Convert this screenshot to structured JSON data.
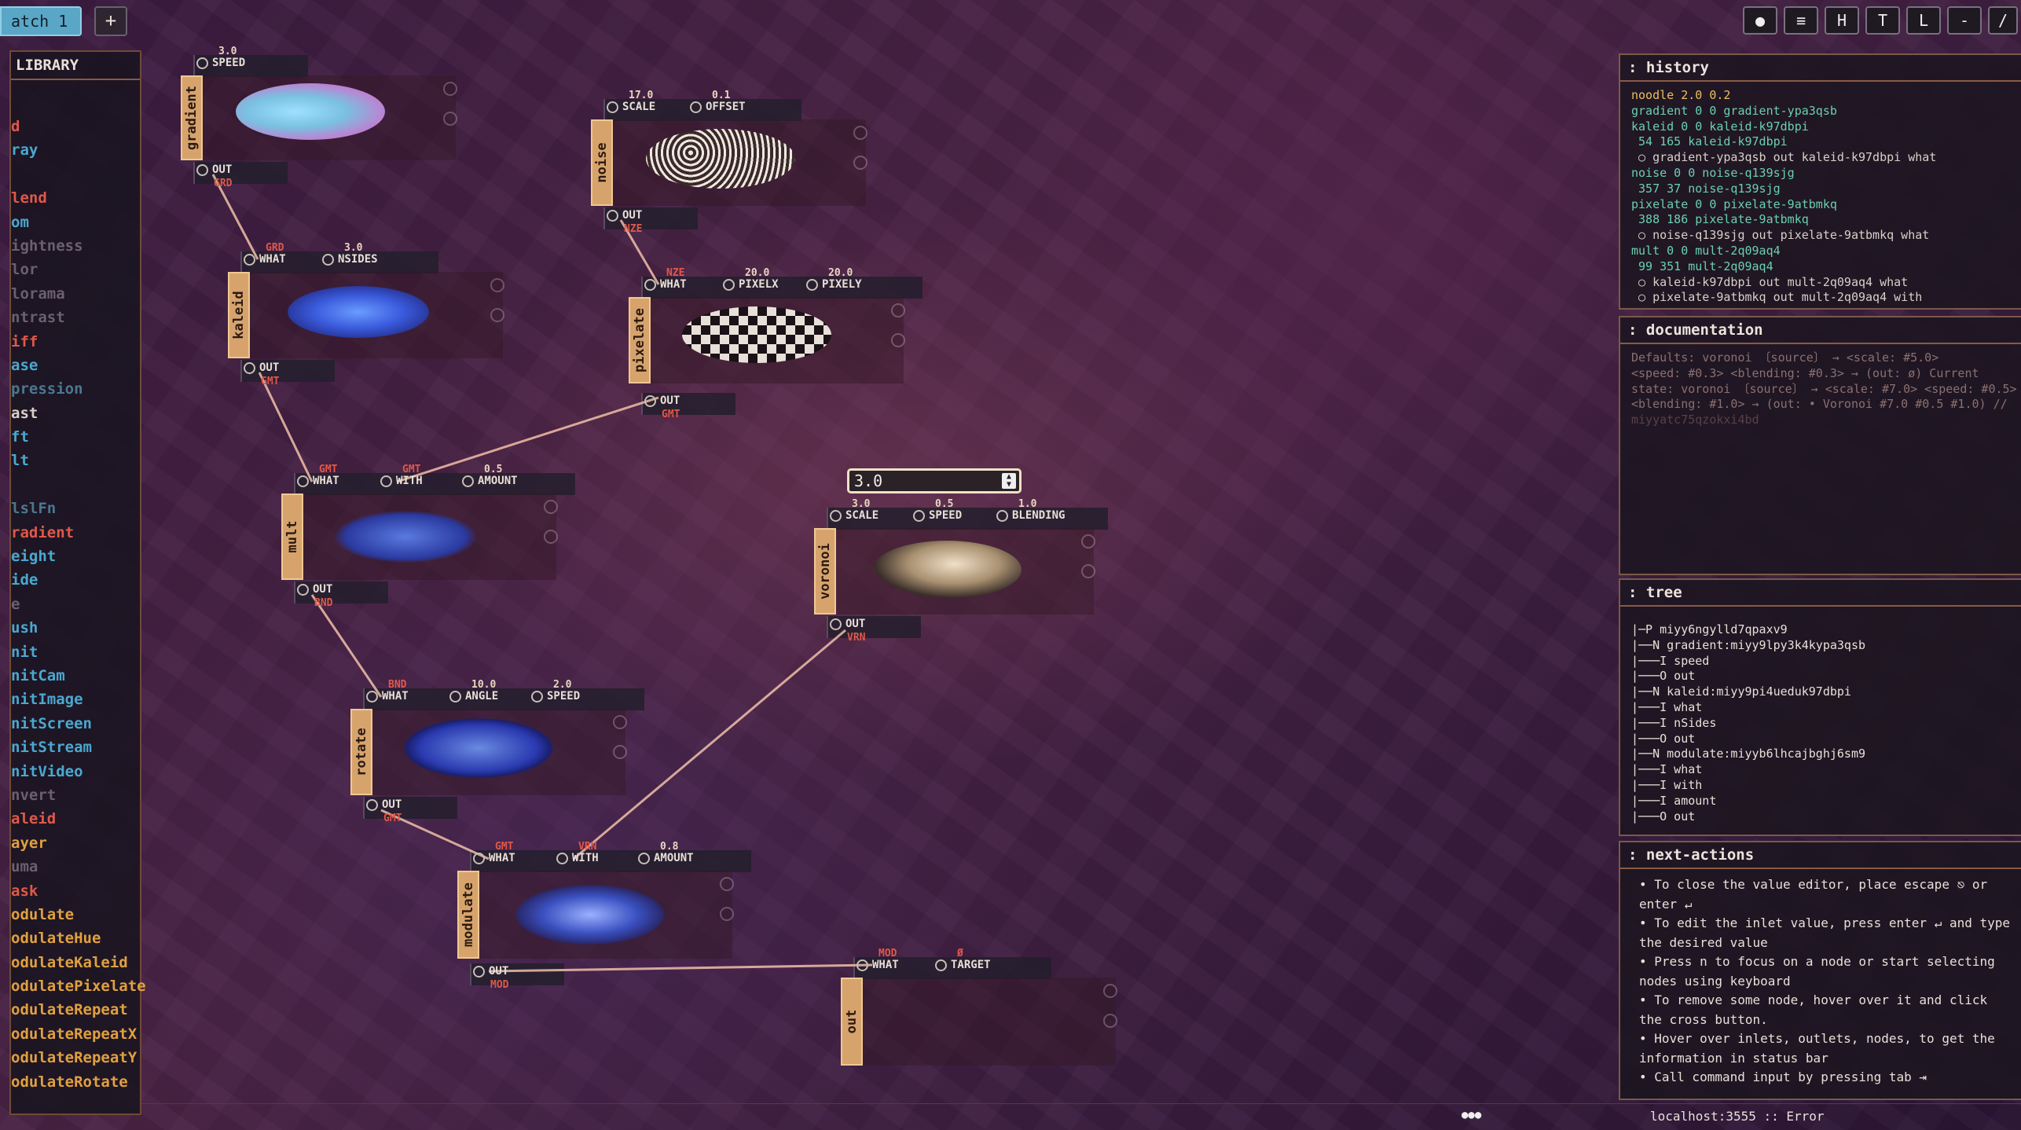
{
  "tabs": {
    "active": "atch 1",
    "add": "+"
  },
  "toolbar": [
    {
      "name": "record-button",
      "label": "●"
    },
    {
      "name": "menu-button",
      "label": "≡"
    },
    {
      "name": "h-button",
      "label": "H"
    },
    {
      "name": "t-button",
      "label": "T"
    },
    {
      "name": "l-button",
      "label": "L"
    },
    {
      "name": "minimize-button",
      "label": "-"
    },
    {
      "name": "slash-button",
      "label": "/"
    }
  ],
  "library": {
    "title": "LIBRARY",
    "items": [
      {
        "label": "d",
        "color": "#e0584a"
      },
      {
        "label": "ray",
        "color": "#4aa8d0"
      },
      {
        "label": "",
        "color": "#888"
      },
      {
        "label": "lend",
        "color": "#e0584a"
      },
      {
        "label": "om",
        "color": "#4aa8d0"
      },
      {
        "label": "ightness",
        "color": "#6a6070"
      },
      {
        "label": "lor",
        "color": "#6a6070"
      },
      {
        "label": "lorama",
        "color": "#6a6070"
      },
      {
        "label": "ntrast",
        "color": "#6a6070"
      },
      {
        "label": "iff",
        "color": "#e0584a"
      },
      {
        "label": "ase",
        "color": "#4aa8d0"
      },
      {
        "label": "pression",
        "color": "#4a7890"
      },
      {
        "label": "ast",
        "color": "#d8d0c8"
      },
      {
        "label": "ft",
        "color": "#4aa8d0"
      },
      {
        "label": "lt",
        "color": "#4aa8d0"
      },
      {
        "label": "",
        "color": "#888"
      },
      {
        "label": "lslFn",
        "color": "#4a7890"
      },
      {
        "label": "radient",
        "color": "#e0584a"
      },
      {
        "label": "eight",
        "color": "#4aa8d0"
      },
      {
        "label": "ide",
        "color": "#4aa8d0"
      },
      {
        "label": "e",
        "color": "#6a6070"
      },
      {
        "label": "ush",
        "color": "#4aa8d0"
      },
      {
        "label": "nit",
        "color": "#4aa8d0"
      },
      {
        "label": "nitCam",
        "color": "#4aa8d0"
      },
      {
        "label": "nitImage",
        "color": "#4aa8d0"
      },
      {
        "label": "nitScreen",
        "color": "#4aa8d0"
      },
      {
        "label": "nitStream",
        "color": "#4aa8d0"
      },
      {
        "label": "nitVideo",
        "color": "#4aa8d0"
      },
      {
        "label": "nvert",
        "color": "#6a6070"
      },
      {
        "label": "aleid",
        "color": "#e0584a"
      },
      {
        "label": "ayer",
        "color": "#e0a040"
      },
      {
        "label": "uma",
        "color": "#6a6070"
      },
      {
        "label": "ask",
        "color": "#e0584a"
      },
      {
        "label": "odulate",
        "color": "#e0a040"
      },
      {
        "label": "odulateHue",
        "color": "#e0a040"
      },
      {
        "label": "odulateKaleid",
        "color": "#e0a040"
      },
      {
        "label": "odulatePixelate",
        "color": "#e0a040"
      },
      {
        "label": "odulateRepeat",
        "color": "#e0a040"
      },
      {
        "label": "odulateRepeatX",
        "color": "#e0a040"
      },
      {
        "label": "odulateRepeatY",
        "color": "#e0a040"
      },
      {
        "label": "odulateRotate",
        "color": "#e0a040"
      }
    ]
  },
  "nodes": {
    "gradient": {
      "name": "gradient",
      "in_speed_val": "3.0",
      "in_speed": "SPEED",
      "out": "OUT",
      "out_code": "GRD"
    },
    "noise": {
      "name": "noise",
      "in_scale_val": "17.0",
      "in_scale": "SCALE",
      "in_offset_val": "0.1",
      "in_offset": "OFFSET",
      "out": "OUT",
      "out_code": "NZE"
    },
    "kaleid": {
      "name": "kaleid",
      "in_what_code": "GRD",
      "in_what": "WHAT",
      "in_nsides_val": "3.0",
      "in_nsides": "NSIDES",
      "out": "OUT",
      "out_code": "GMT"
    },
    "pixelate": {
      "name": "pixelate",
      "in_what_code": "NZE",
      "in_what": "WHAT",
      "in_px_val": "20.0",
      "in_px": "PIXELX",
      "in_py_val": "20.0",
      "in_py": "PIXELY",
      "out": "OUT",
      "out_code": "GMT"
    },
    "mult": {
      "name": "mult",
      "in_what_code": "GMT",
      "in_what": "WHAT",
      "in_with_code": "GMT",
      "in_with": "WITH",
      "in_amount_val": "0.5",
      "in_amount": "AMOUNT",
      "out": "OUT",
      "out_code": "BND"
    },
    "voronoi": {
      "name": "voronoi",
      "in_scale_val": "3.0",
      "in_scale": "SCALE",
      "in_speed_val": "0.5",
      "in_speed": "SPEED",
      "in_blend_val": "1.0",
      "in_blend": "BLENDING",
      "out": "OUT",
      "out_code": "VRN"
    },
    "rotate": {
      "name": "rotate",
      "in_what_code": "BND",
      "in_what": "WHAT",
      "in_angle_val": "10.0",
      "in_angle": "ANGLE",
      "in_speed_val": "2.0",
      "in_speed": "SPEED",
      "out": "OUT",
      "out_code": "GMT"
    },
    "modulate": {
      "name": "modulate",
      "in_what_code": "GMT",
      "in_what": "WHAT",
      "in_with_code": "VRN",
      "in_with": "WITH",
      "in_amount_val": "0.8",
      "in_amount": "AMOUNT",
      "out": "OUT",
      "out_code": "MOD"
    },
    "out": {
      "name": "out",
      "in_what_code": "MOD",
      "in_what": "WHAT",
      "in_target_code": "Ø",
      "in_target": "TARGET"
    }
  },
  "value_editor": {
    "value": "3.0"
  },
  "history": {
    "title": ": history",
    "lines": [
      {
        "t": "noodle 2.0 0.2",
        "c": "#e8c060"
      },
      {
        "t": "gradient 0 0 gradient-ypa3qsb",
        "c": "#6ad0b0"
      },
      {
        "t": "kaleid 0 0 kaleid-k97dbpi",
        "c": "#6ad0b0"
      },
      {
        "t": " 54 165 kaleid-k97dbpi",
        "c": "#6ad0b0"
      },
      {
        "t": " ○ gradient-ypa3qsb out kaleid-k97dbpi what",
        "c": "#d8d0c8"
      },
      {
        "t": "noise 0 0 noise-q139sjg",
        "c": "#6ad0b0"
      },
      {
        "t": " 357 37 noise-q139sjg",
        "c": "#6ad0b0"
      },
      {
        "t": "pixelate 0 0 pixelate-9atbmkq",
        "c": "#6ad0b0"
      },
      {
        "t": " 388 186 pixelate-9atbmkq",
        "c": "#6ad0b0"
      },
      {
        "t": " ○ noise-q139sjg out pixelate-9atbmkq what",
        "c": "#d8d0c8"
      },
      {
        "t": "mult 0 0 mult-2q09aq4",
        "c": "#6ad0b0"
      },
      {
        "t": " 99 351 mult-2q09aq4",
        "c": "#6ad0b0"
      },
      {
        "t": " ○ kaleid-k97dbpi out mult-2q09aq4 what",
        "c": "#d8d0c8"
      },
      {
        "t": " ○ pixelate-9atbmkq out mult-2q09aq4 with",
        "c": "#d8d0c8"
      }
    ]
  },
  "documentation": {
    "title": ": documentation",
    "lines": [
      {
        "t": "Defaults: voronoi 〔source〕 → <scale: #5.0>",
        "c": "#8a7070"
      },
      {
        "t": "<speed: #0.3> <blending: #0.3> → (out: ø) Current",
        "c": "#8a7070"
      },
      {
        "t": "state: voronoi 〔source〕 → <scale: #7.0> <speed: #0.5>",
        "c": "#8a7070"
      },
      {
        "t": "<blending: #1.0> → (out: • Voronoi #7.0 #0.5 #1.0) //",
        "c": "#8a7070"
      },
      {
        "t": "miyyatc75qzokxi4bd",
        "c": "#5a4048"
      }
    ]
  },
  "tree": {
    "title": ": tree",
    "lines": [
      "|─P miyy6ngylld7qpaxv9",
      "|──N gradient:miyy9lpy3k4kypa3qsb",
      "|───I speed",
      "|───O out",
      "|──N kaleid:miyy9pi4ueduk97dbpi",
      "|───I what",
      "|───I nSides",
      "|───O out",
      "|──N modulate:miyyb6lhcajbghj6sm9",
      "|───I what",
      "|───I with",
      "|───I amount",
      "|───O out"
    ]
  },
  "next_actions": {
    "title": ": next-actions",
    "items": [
      "• To close the value editor, place escape ⎋ or enter ↵",
      "• To edit the inlet value, press enter ↵ and type the desired value",
      "• Press n to focus on a node or start selecting nodes using keyboard",
      "• To remove some node, hover over it and click the cross button.",
      "• Hover over inlets, outlets, nodes, to get the information in status bar",
      "• Call command input by pressing tab ⇥"
    ]
  },
  "status": {
    "indicator": "●●●",
    "text": "localhost:3555 :: Error"
  },
  "colors": {
    "node_accent": "#d7a36c",
    "wire": "#f0c0a8",
    "editor_border": "#eee2c6",
    "error": "#e0584a"
  }
}
